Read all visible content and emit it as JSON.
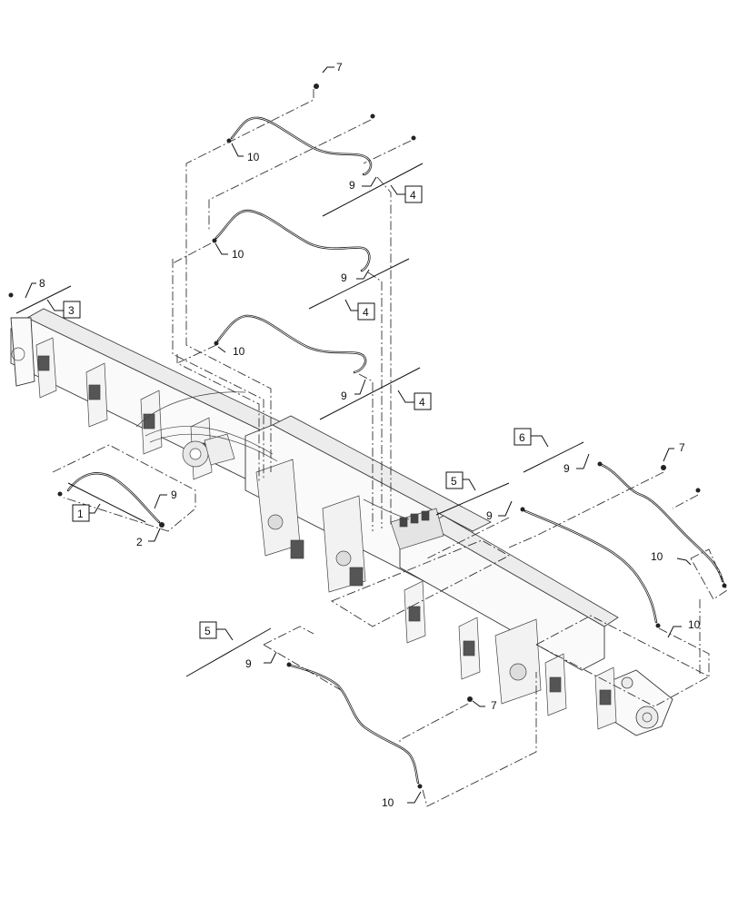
{
  "callouts": {
    "c7_top": "7",
    "c10_a": "10",
    "c9_a": "9",
    "c4_a": "4",
    "c10_b": "10",
    "c9_b": "9",
    "c4_b": "4",
    "c8": "8",
    "c3": "3",
    "c10_c": "10",
    "c9_c": "9",
    "c4_c": "4",
    "c1": "1",
    "c9_d": "9",
    "c2": "2",
    "c6": "6",
    "c7_right": "7",
    "c9_e": "9",
    "c5_a": "5",
    "c9_f": "9",
    "c10_d": "10",
    "c10_e": "10",
    "c5_b": "5",
    "c9_g": "9",
    "c7_bottom": "7",
    "c10_f": "10"
  }
}
